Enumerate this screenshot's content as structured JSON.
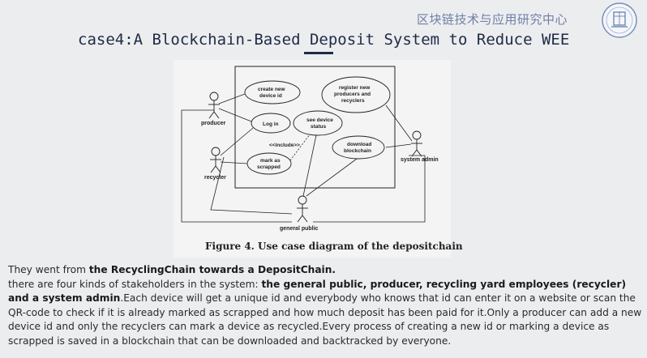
{
  "header": {
    "org_name": "区块链技术与应用研究中心",
    "title": "case4:A Blockchain-Based Deposit System to Reduce WEE"
  },
  "diagram": {
    "actors": [
      "producer",
      "recycler",
      "system admin",
      "general public"
    ],
    "use_cases": {
      "create": [
        "create new",
        "device id"
      ],
      "register": [
        "register new",
        "producers and",
        "recyclers"
      ],
      "login": "Log in",
      "status": [
        "see device",
        "status"
      ],
      "download": [
        "download",
        "blockchain"
      ],
      "scrapped": [
        "mark as",
        "scrapped"
      ],
      "include": "<<include>>"
    },
    "caption": "Figure 4. Use case diagram of the depositchain"
  },
  "body": {
    "l1_a": "They went from ",
    "l1_b": "the RecyclingChain towards a DepositChain.",
    "l2_a": "there are four kinds of stakeholders in the system: ",
    "l2_b": "the general public, producer, recycling yard employees (recycler) and a system admin",
    "l2_c": ".Each device will get a unique id and everybody who knows that id can enter it on a website or scan the QR-code to check if it is already marked as scrapped and how much deposit has been paid for it.Only a producer can add a new device id and only the recyclers can mark a device as recycled.Every process of creating a new id or marking a device as scrapped is saved in a blockchain that can be downloaded and backtracked by everyone."
  }
}
